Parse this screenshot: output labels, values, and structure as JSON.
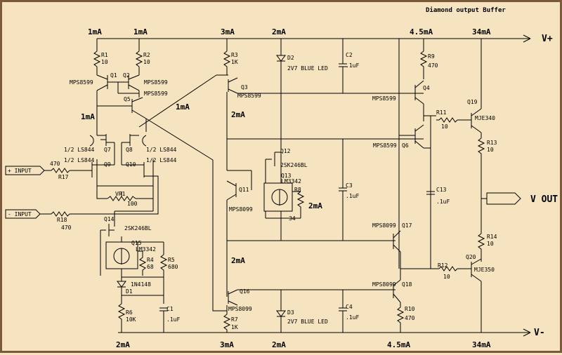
{
  "title": "Diamond output Buffer",
  "rails": {
    "vplus": "V+",
    "vminus": "V-"
  },
  "output": "V OUT",
  "inputs": {
    "plus": "+ INPUT",
    "minus": "- INPUT"
  },
  "currents": {
    "top": [
      "1mA",
      "1mA",
      "3mA",
      "2mA",
      "4.5mA",
      "34mA"
    ],
    "bottom": [
      "2mA",
      "3mA",
      "2mA",
      "4.5mA",
      "34mA"
    ],
    "mid": [
      "1mA",
      "1mA",
      "2mA",
      "2mA",
      "2mA"
    ]
  },
  "resistors": {
    "r1": [
      "R1",
      "10"
    ],
    "r2": [
      "R2",
      "10"
    ],
    "r3": [
      "R3",
      "1K"
    ],
    "r9": [
      "R9",
      "470"
    ],
    "r11": [
      "R11",
      "10"
    ],
    "r13": [
      "R13",
      "10"
    ],
    "r14": [
      "R14",
      "10"
    ],
    "r12": [
      "R12",
      "10"
    ],
    "r10": [
      "R10",
      "470"
    ],
    "r7": [
      "R7",
      "1K"
    ],
    "r6": [
      "R6",
      "10K"
    ],
    "r4": [
      "R4",
      "68"
    ],
    "r5": [
      "R5",
      "680"
    ],
    "r17": [
      "R17",
      "470"
    ],
    "r18": [
      "R18",
      "470"
    ],
    "r8": [
      "R8",
      "34"
    ],
    "vr1": [
      "VR1",
      "100"
    ]
  },
  "caps": {
    "c2": [
      "C2",
      ".1uF"
    ],
    "c3": [
      "C3",
      ".1uF"
    ],
    "c4": [
      "C4",
      ".1uF"
    ],
    "c1": [
      "C1",
      ".1uF"
    ],
    "c13": [
      "C13",
      ".1uF"
    ]
  },
  "diodes": {
    "d2": [
      "D2",
      "2V7 BLUE LED"
    ],
    "d3": [
      "D3",
      "2V7 BLUE LED"
    ],
    "d1": [
      "D1",
      "1N4148"
    ]
  },
  "transistors": {
    "q1": [
      "Q1",
      "MPS8599"
    ],
    "q2": [
      "Q2",
      "MPS8599"
    ],
    "q5": [
      "Q5",
      "MPS8599"
    ],
    "q3": [
      "Q3",
      "MPS8599"
    ],
    "q4": [
      "Q4",
      "MPS8599"
    ],
    "q6": [
      "Q6",
      "MPS8599"
    ],
    "q7": [
      "Q7",
      "1/2 LS844"
    ],
    "q9": [
      "Q9",
      "1/2 LS844"
    ],
    "q8": [
      "Q8",
      "1/2 LS844"
    ],
    "q10": [
      "Q10",
      "1/2 LS844"
    ],
    "q11": [
      "Q11",
      "MPS8099"
    ],
    "q12": [
      "Q12",
      "2SK246BL"
    ],
    "q13": [
      "Q13",
      "LM3342"
    ],
    "q14": [
      "Q14",
      "2SK246BL"
    ],
    "q15": [
      "Q15",
      "LM3342"
    ],
    "q16": [
      "Q16",
      "MPS8099"
    ],
    "q17": [
      "Q17",
      "MPS8099"
    ],
    "q18": [
      "Q18",
      "MPS8099"
    ],
    "q19": [
      "Q19",
      "MJE340"
    ],
    "q20": [
      "Q20",
      "MJE350"
    ]
  }
}
